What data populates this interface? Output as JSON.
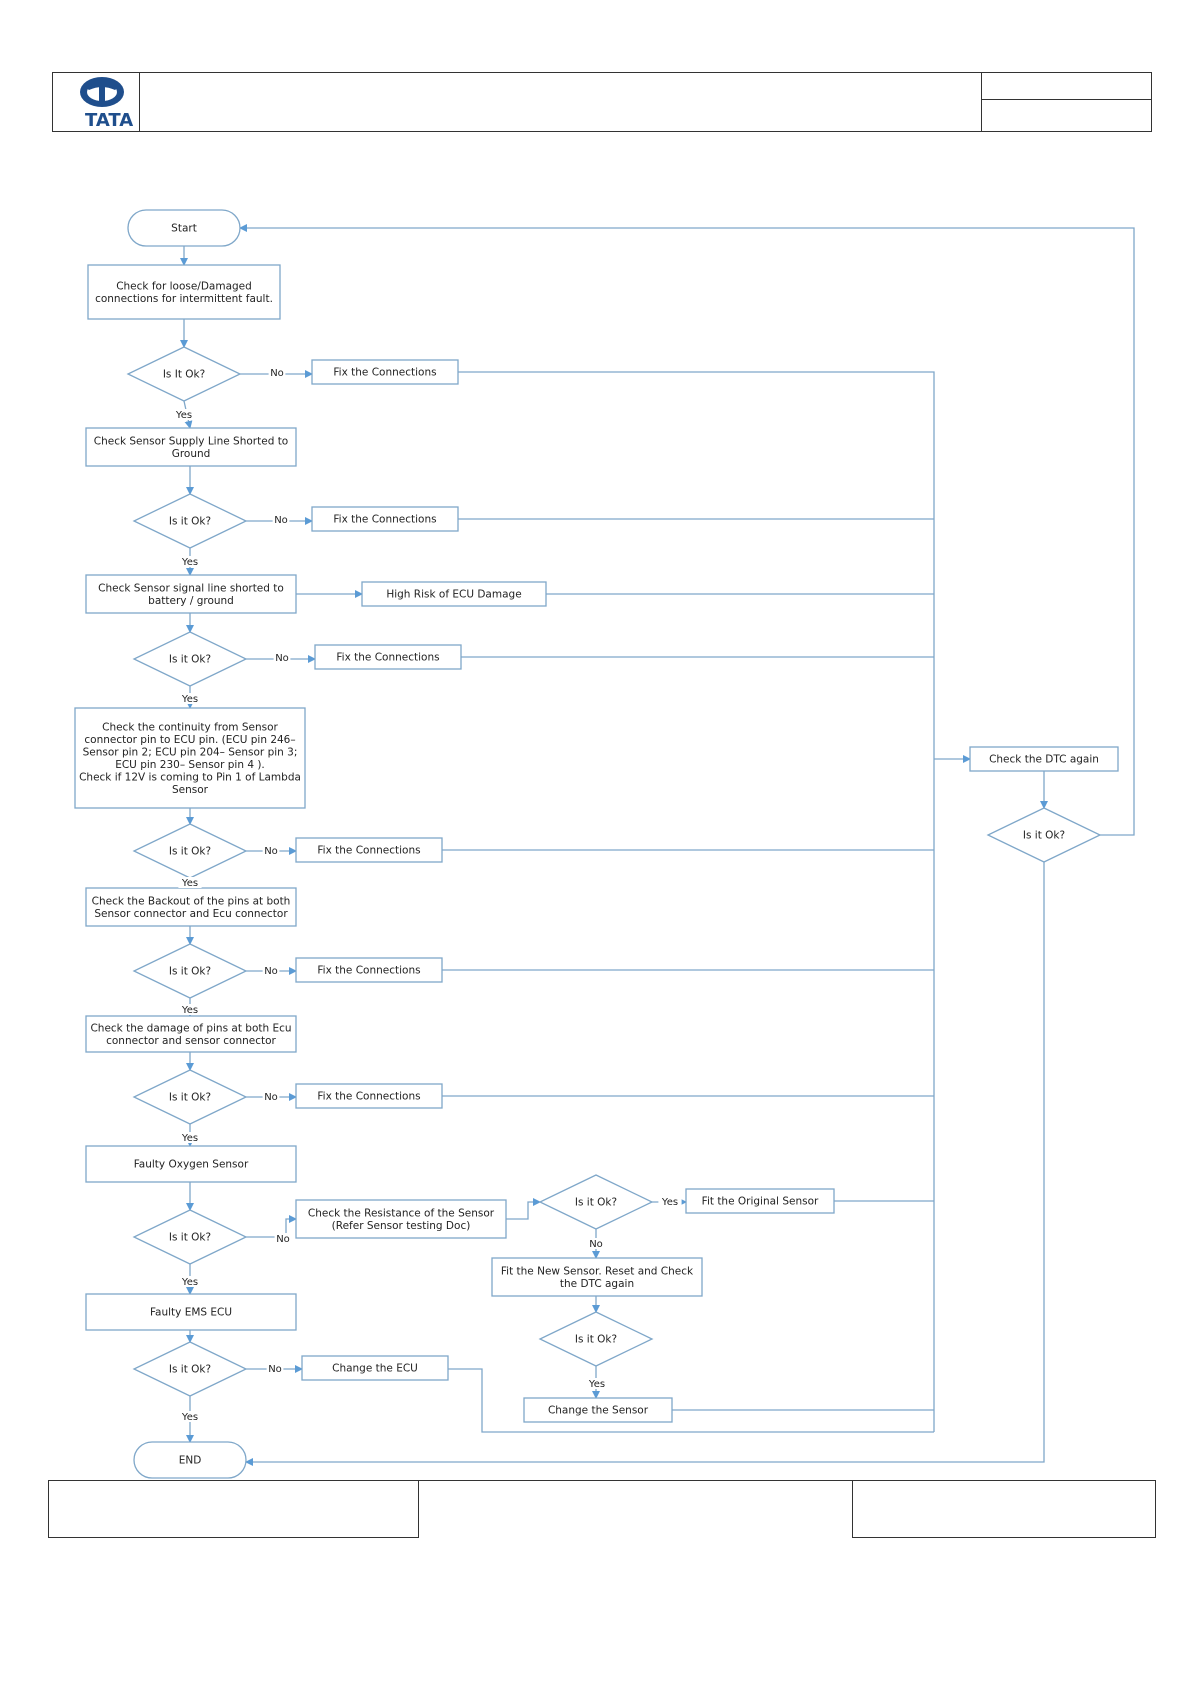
{
  "header": {
    "brand": "TATA"
  },
  "nodes": [
    {
      "id": "start",
      "type": "terminal",
      "lines": [
        "Start"
      ]
    },
    {
      "id": "p1",
      "type": "process",
      "lines": [
        "Check for loose/Damaged",
        "connections for intermittent fault."
      ]
    },
    {
      "id": "d1",
      "type": "decision",
      "lines": [
        "Is It Ok?"
      ]
    },
    {
      "id": "f1",
      "type": "process",
      "lines": [
        "Fix the Connections"
      ]
    },
    {
      "id": "p2",
      "type": "process",
      "lines": [
        "Check Sensor Supply Line Shorted to",
        "Ground"
      ]
    },
    {
      "id": "d2",
      "type": "decision",
      "lines": [
        "Is it Ok?"
      ]
    },
    {
      "id": "f2",
      "type": "process",
      "lines": [
        "Fix the Connections"
      ]
    },
    {
      "id": "p3",
      "type": "process",
      "lines": [
        "Check Sensor signal line shorted to",
        "battery / ground"
      ]
    },
    {
      "id": "hr",
      "type": "process",
      "lines": [
        "High Risk of ECU Damage"
      ]
    },
    {
      "id": "d3",
      "type": "decision",
      "lines": [
        "Is it Ok?"
      ]
    },
    {
      "id": "f3",
      "type": "process",
      "lines": [
        "Fix the Connections"
      ]
    },
    {
      "id": "p4",
      "type": "process",
      "lines": [
        "Check the continuity from Sensor",
        "connector pin to ECU pin. (ECU pin 246–",
        "Sensor pin 2; ECU pin 204– Sensor pin 3;",
        "ECU pin 230– Sensor pin 4 ).",
        "Check if 12V is coming to Pin 1 of Lambda",
        "Sensor"
      ]
    },
    {
      "id": "d4",
      "type": "decision",
      "lines": [
        "Is it Ok?"
      ]
    },
    {
      "id": "f4",
      "type": "process",
      "lines": [
        "Fix the Connections"
      ]
    },
    {
      "id": "p5",
      "type": "process",
      "lines": [
        "Check the Backout of the pins at both",
        "Sensor connector and Ecu connector"
      ]
    },
    {
      "id": "d5",
      "type": "decision",
      "lines": [
        "Is it Ok?"
      ]
    },
    {
      "id": "f5",
      "type": "process",
      "lines": [
        "Fix the Connections"
      ]
    },
    {
      "id": "p6",
      "type": "process",
      "lines": [
        "Check the damage of pins at both Ecu",
        "connector and sensor connector"
      ]
    },
    {
      "id": "d6",
      "type": "decision",
      "lines": [
        "Is it Ok?"
      ]
    },
    {
      "id": "f6",
      "type": "process",
      "lines": [
        "Fix the Connections"
      ]
    },
    {
      "id": "p7",
      "type": "process",
      "lines": [
        "Faulty Oxygen Sensor"
      ]
    },
    {
      "id": "d7",
      "type": "decision",
      "lines": [
        "Is it Ok?"
      ]
    },
    {
      "id": "cr",
      "type": "process",
      "lines": [
        "Check the Resistance of the Sensor",
        "(Refer Sensor testing Doc)"
      ]
    },
    {
      "id": "d8",
      "type": "decision",
      "lines": [
        "Is it Ok?"
      ]
    },
    {
      "id": "fo",
      "type": "process",
      "lines": [
        "Fit the Original Sensor"
      ]
    },
    {
      "id": "fn",
      "type": "process",
      "lines": [
        "Fit the New Sensor. Reset and Check",
        "the DTC again"
      ]
    },
    {
      "id": "d9",
      "type": "decision",
      "lines": [
        "Is it Ok?"
      ]
    },
    {
      "id": "cs",
      "type": "process",
      "lines": [
        "Change the Sensor"
      ]
    },
    {
      "id": "p8",
      "type": "process",
      "lines": [
        "Faulty EMS ECU"
      ]
    },
    {
      "id": "d10",
      "type": "decision",
      "lines": [
        "Is it Ok?"
      ]
    },
    {
      "id": "ce",
      "type": "process",
      "lines": [
        "Change the ECU"
      ]
    },
    {
      "id": "end",
      "type": "terminal",
      "lines": [
        "END"
      ]
    },
    {
      "id": "dtc",
      "type": "process",
      "lines": [
        "Check the DTC again"
      ]
    },
    {
      "id": "d11",
      "type": "decision",
      "lines": [
        "Is it Ok?"
      ]
    }
  ],
  "edge_labels": [
    {
      "id": "l1",
      "text": "No"
    },
    {
      "id": "l2",
      "text": "Yes"
    },
    {
      "id": "l3",
      "text": "No"
    },
    {
      "id": "l4",
      "text": "Yes"
    },
    {
      "id": "l5",
      "text": "No"
    },
    {
      "id": "l6",
      "text": "Yes"
    },
    {
      "id": "l7",
      "text": "No"
    },
    {
      "id": "l8",
      "text": "Yes"
    },
    {
      "id": "l9",
      "text": "No"
    },
    {
      "id": "l10",
      "text": "Yes"
    },
    {
      "id": "l11",
      "text": "No"
    },
    {
      "id": "l12",
      "text": "Yes"
    },
    {
      "id": "l13",
      "text": "No"
    },
    {
      "id": "l14",
      "text": "Yes"
    },
    {
      "id": "l15",
      "text": "Yes"
    },
    {
      "id": "l16",
      "text": "No"
    },
    {
      "id": "l17",
      "text": "Yes"
    },
    {
      "id": "l18",
      "text": "No"
    },
    {
      "id": "l19",
      "text": "Yes"
    }
  ],
  "colors": {
    "stroke": "#7fa7c9",
    "arrow": "#5b9bd5",
    "border": "#333333"
  }
}
